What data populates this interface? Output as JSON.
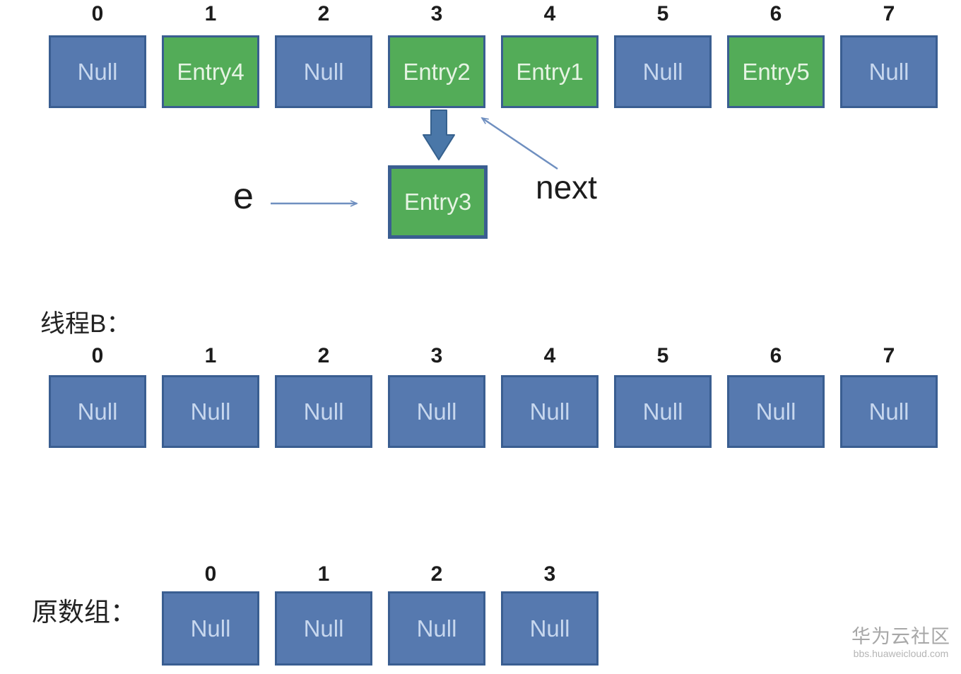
{
  "diagram": {
    "top_array": {
      "indices": [
        "0",
        "1",
        "2",
        "3",
        "4",
        "5",
        "6",
        "7"
      ],
      "cells": [
        {
          "label": "Null",
          "type": "null"
        },
        {
          "label": "Entry4",
          "type": "entry"
        },
        {
          "label": "Null",
          "type": "null"
        },
        {
          "label": "Entry2",
          "type": "entry"
        },
        {
          "label": "Entry1",
          "type": "entry"
        },
        {
          "label": "Null",
          "type": "null"
        },
        {
          "label": "Entry5",
          "type": "entry"
        },
        {
          "label": "Null",
          "type": "null"
        }
      ]
    },
    "detached_node": {
      "label": "Entry3"
    },
    "pointers": {
      "e_label": "e",
      "next_label": "next"
    },
    "thread_b": {
      "label": "线程B：",
      "indices": [
        "0",
        "1",
        "2",
        "3",
        "4",
        "5",
        "6",
        "7"
      ],
      "cells": [
        {
          "label": "Null",
          "type": "null"
        },
        {
          "label": "Null",
          "type": "null"
        },
        {
          "label": "Null",
          "type": "null"
        },
        {
          "label": "Null",
          "type": "null"
        },
        {
          "label": "Null",
          "type": "null"
        },
        {
          "label": "Null",
          "type": "null"
        },
        {
          "label": "Null",
          "type": "null"
        },
        {
          "label": "Null",
          "type": "null"
        }
      ]
    },
    "original_array": {
      "label": "原数组：",
      "indices": [
        "0",
        "1",
        "2",
        "3"
      ],
      "cells": [
        {
          "label": "Null",
          "type": "null"
        },
        {
          "label": "Null",
          "type": "null"
        },
        {
          "label": "Null",
          "type": "null"
        },
        {
          "label": "Null",
          "type": "null"
        }
      ]
    },
    "watermark": {
      "title": "华为云社区",
      "url": "bbs.huaweicloud.com"
    },
    "colors": {
      "cell_blue": "#5679AF",
      "cell_green": "#53AC58",
      "cell_border": "#3A5E91",
      "null_text": "#C7D7EE",
      "entry_text": "#E6F4E3",
      "arrow_thick": "#4A77A8",
      "arrow_thick_border": "#36618E",
      "arrow_thin": "#6F8FC0",
      "watermark_text": "#a7a7a7"
    }
  }
}
